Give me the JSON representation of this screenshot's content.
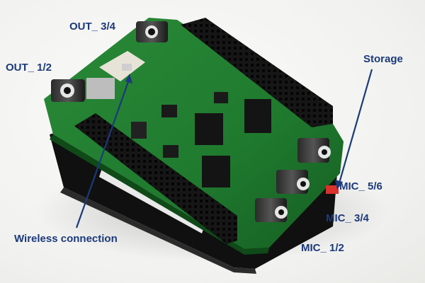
{
  "labels": {
    "out34": "OUT_ 3/4",
    "out12": "OUT_ 1/2",
    "storage": "Storage",
    "wireless": "Wireless connection",
    "mic56": "MIC_ 5/6",
    "mic34": "MIC_ 3/4",
    "mic12": "MIC_ 1/2"
  },
  "colors": {
    "label_text": "#1b3a7a",
    "pcb_green": "#1f7a2e",
    "header_black": "#141414",
    "storage_red": "#d8322a"
  }
}
